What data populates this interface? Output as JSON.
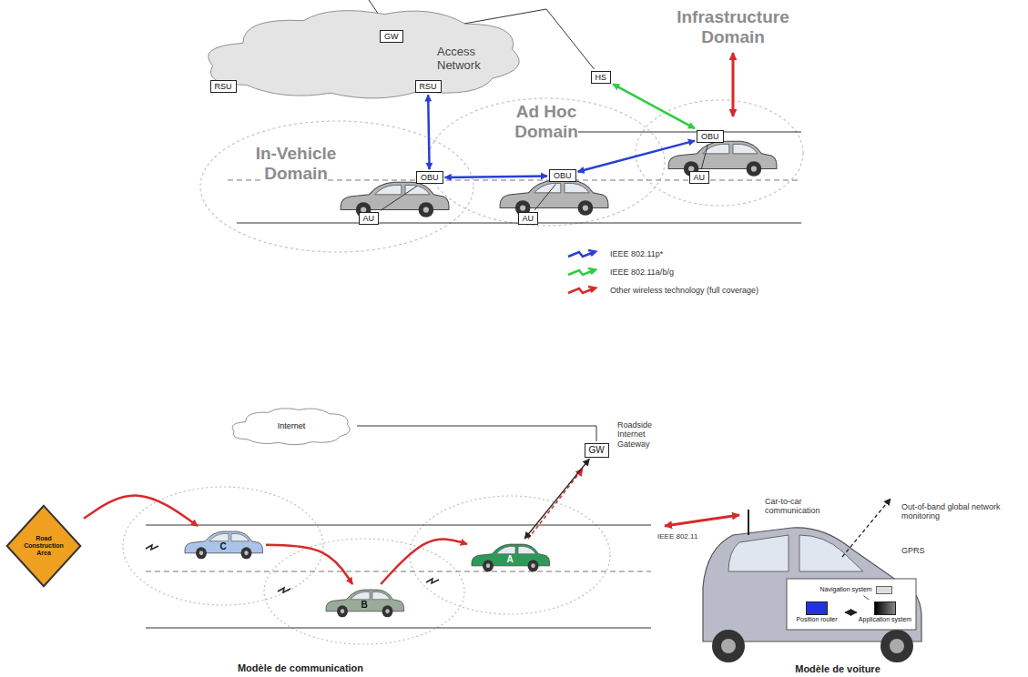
{
  "diagram": {
    "nodes": [
      {
        "text": [
          "Access Network"
        ]
      },
      {
        "text": [
          "GW"
        ],
        "in": 0
      },
      {
        "text": [
          "RSU"
        ],
        "in": 0
      },
      {
        "text": [
          "RSU"
        ],
        "in": 0
      },
      {
        "text": [
          "HS"
        ]
      },
      {
        "text": [
          "OBU"
        ]
      },
      {
        "text": [
          "AU"
        ]
      },
      {
        "text": [
          "OBU"
        ]
      },
      {
        "text": [
          "AU"
        ]
      },
      {
        "text": [
          "OBU"
        ]
      },
      {
        "text": [
          "AU"
        ]
      },
      {
        "text": [
          "Internet"
        ]
      },
      {
        "text": [
          "GW"
        ]
      },
      {
        "text": [
          "Road Construction Area"
        ]
      },
      {
        "text": [
          "C"
        ]
      },
      {
        "text": [
          "B"
        ]
      },
      {
        "text": [
          "A"
        ]
      },
      {
        "text": [
          "Navigation system"
        ]
      },
      {
        "text": [
          "Position router"
        ]
      },
      {
        "text": [
          "Application system"
        ]
      }
    ],
    "edges": [
      {
        "from": 1,
        "to": 2,
        "arrow": "none"
      },
      {
        "from": 1,
        "to": 3,
        "arrow": "none"
      },
      {
        "from": 1,
        "to": 4,
        "arrow": "none"
      },
      {
        "from": 3,
        "to": 5,
        "arrow": "both"
      },
      {
        "from": 5,
        "to": 7,
        "arrow": "both"
      },
      {
        "from": 7,
        "to": 9,
        "arrow": "both"
      },
      {
        "from": 4,
        "to": 9,
        "arrow": "both"
      },
      {
        "from": 5,
        "to": 6,
        "arrow": "none"
      },
      {
        "from": 7,
        "to": 8,
        "arrow": "none"
      },
      {
        "from": 9,
        "to": 10,
        "arrow": "none"
      },
      {
        "from": 11,
        "to": 12,
        "arrow": "none"
      },
      {
        "from": 13,
        "to": 14,
        "arrow": "to"
      },
      {
        "from": 14,
        "to": 15,
        "arrow": "to"
      },
      {
        "from": 15,
        "to": 16,
        "arrow": "to"
      },
      {
        "from": 16,
        "to": 12,
        "arrow": "both"
      },
      {
        "from": 18,
        "to": 19,
        "arrow": "both"
      },
      {
        "from": 17,
        "to": 19,
        "arrow": "none"
      }
    ],
    "labels": [
      "Infrastructure Domain",
      "Ad Hoc Domain",
      "In-Vehicle Domain",
      "Roadside Internet Gateway",
      "Car-to-car communication",
      "IEEE 802.11",
      "Out-of-band global network monitoring",
      "GPRS",
      "Modèle de communication",
      "Modèle de voiture"
    ],
    "legend": [
      {
        "text": "IEEE 802.11p*",
        "color": "#2a3fd6"
      },
      {
        "text": "IEEE 802.11a/b/g",
        "color": "#2ecc40"
      },
      {
        "text": "Other wireless technology (full coverage)",
        "color": "#d62a2a"
      }
    ]
  }
}
